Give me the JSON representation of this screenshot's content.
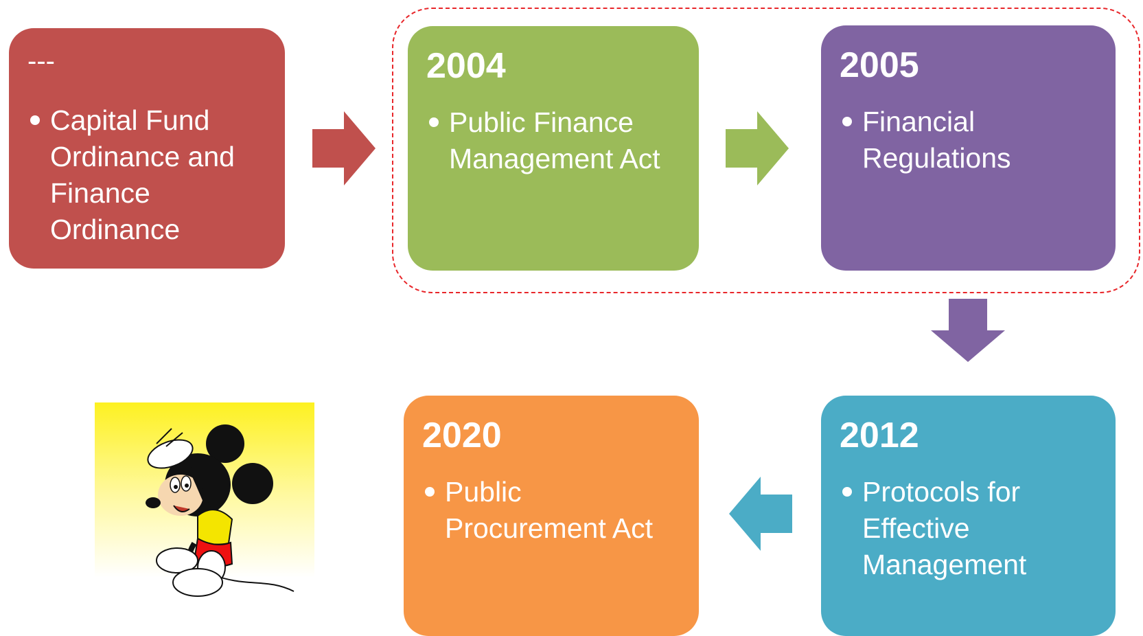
{
  "boxes": [
    {
      "year": "---",
      "bullet": "Capital Fund Ordinance and Finance Ordinance",
      "color": "#c0504d"
    },
    {
      "year": "2004",
      "bullet": "Public Finance Management Act",
      "color": "#9bbb59"
    },
    {
      "year": "2005",
      "bullet": "Financial Regulations",
      "color": "#8064a2"
    },
    {
      "year": "2012",
      "bullet": "Protocols for Effective Management",
      "color": "#4bacc6"
    },
    {
      "year": "2020",
      "bullet": "Public Procurement Act",
      "color": "#f79646"
    }
  ],
  "highlight_color": "#e8262a",
  "illustration": "mickey-mouse-cartoon"
}
